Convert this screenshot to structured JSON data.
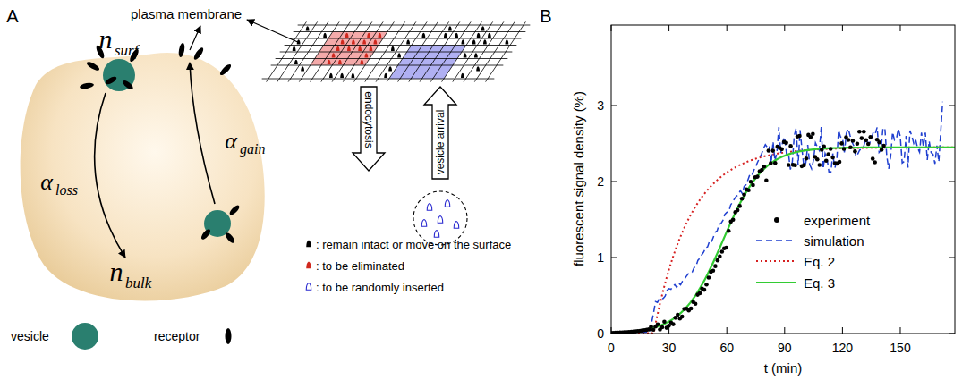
{
  "diagram": {
    "nodes": [
      {
        "text": [
          "endocytosis"
        ]
      },
      {
        "text": [
          "vesicle arrival"
        ]
      }
    ],
    "labels": [
      "A",
      "plasma membrane",
      "n",
      "surf",
      "α",
      "loss",
      "α",
      "gain",
      "n",
      "bulk",
      "B",
      "0",
      "1",
      "2",
      "3",
      "0",
      "30",
      "60",
      "90",
      "120",
      "150",
      "t (min)",
      "fluorescent signal density (%)"
    ],
    "legend": [
      {
        "text": "vesicle"
      },
      {
        "text": "receptor"
      },
      {
        "text": ": remain intact or move on the surface"
      },
      {
        "text": ": to be eliminated"
      },
      {
        "text": ": to be randomly inserted"
      },
      {
        "text": "experiment"
      },
      {
        "text": "simulation"
      },
      {
        "text": "Eq. 2"
      },
      {
        "text": "Eq. 3"
      }
    ]
  }
}
